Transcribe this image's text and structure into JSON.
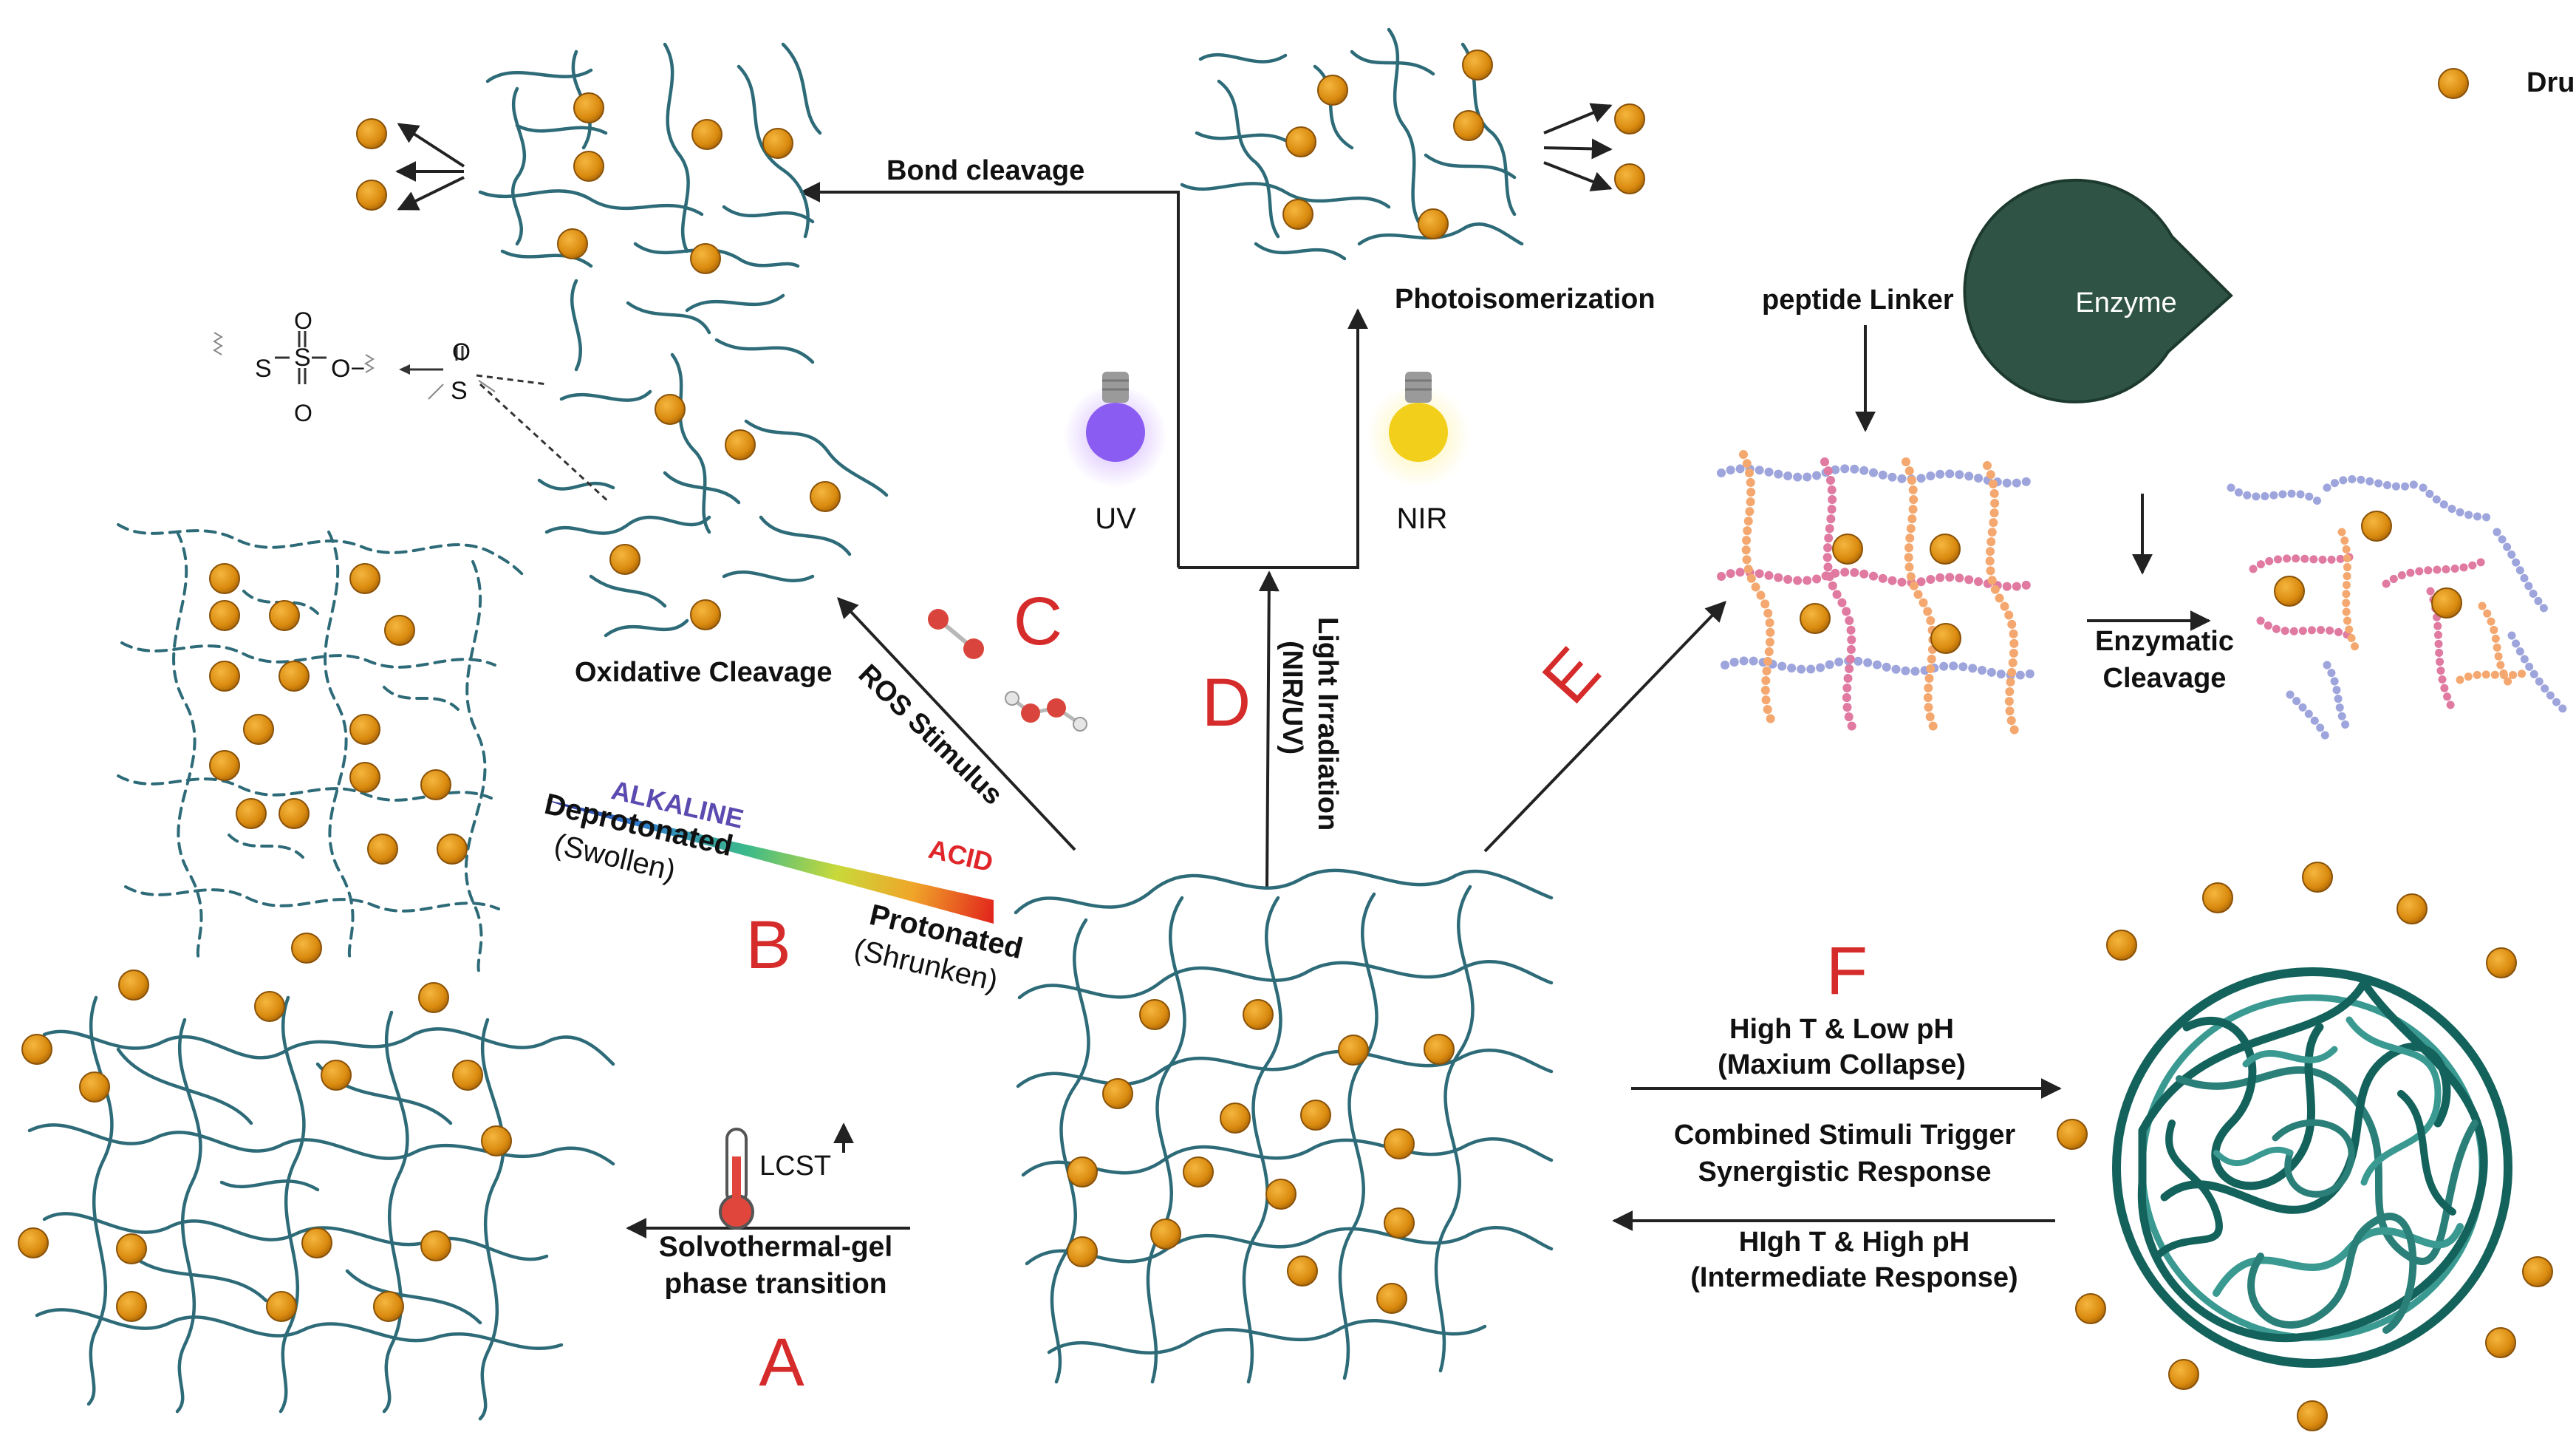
{
  "legend": {
    "drug_label": "Drug"
  },
  "colors": {
    "drug": "#d9890e",
    "polymer": "#2e6b78",
    "letter": "#d62b2b",
    "enzyme": "#2f5446",
    "coil_dark": "#14625c",
    "coil_light": "#3a9a92"
  },
  "panel_a": {
    "letter": "A",
    "lcst": "LCST",
    "line1": "Solvothermal-gel",
    "line2": "phase transition"
  },
  "panel_b": {
    "letter": "B",
    "alkaline": "ALKALINE",
    "acid": "ACID",
    "deprotonated": "Deprotonated",
    "swollen": "(Swollen)",
    "protonated": "Protonated",
    "shrunken": "(Shrunken)"
  },
  "panel_c": {
    "letter": "C",
    "ros": "ROS Stimulus",
    "oxidative": "Oxidative Cleavage",
    "s": "S",
    "o": "O",
    "o_minus": "O−"
  },
  "panel_d": {
    "letter": "D",
    "irradiation_1": "Light Irradiation",
    "irradiation_2": "(NIR/UV)",
    "uv": "UV",
    "nir": "NIR",
    "bond": "Bond cleavage",
    "photo": "Photoisomerization"
  },
  "panel_e": {
    "letter": "E",
    "linker": "peptide Linker",
    "enzyme": "Enzyme",
    "cleavage_1": "Enzymatic",
    "cleavage_2": "Cleavage"
  },
  "panel_f": {
    "letter": "F",
    "top_1": "High T & Low pH",
    "top_2": "(Maxium Collapse)",
    "mid_1": "Combined Stimuli Trigger",
    "mid_2": "Synergistic Response",
    "bot_1": "HIgh T & High pH",
    "bot_2": "(Intermediate Response)"
  }
}
